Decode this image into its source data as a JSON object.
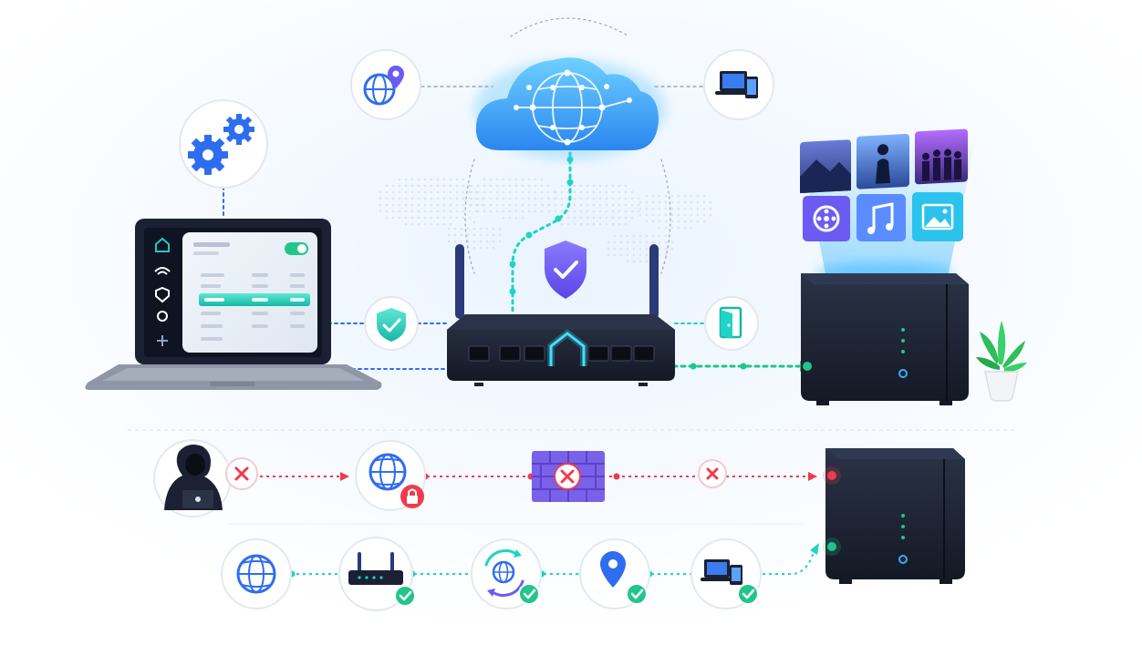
{
  "diagram": {
    "theme": {
      "accent_blue": "#2f6df0",
      "accent_cyan": "#1fd3c6",
      "accent_green": "#22c58b",
      "danger_red": "#ef3b4e",
      "shield_purple": "#6b5bf2",
      "device_dark": "#1b2132",
      "connector_gray": "#9aa6b8"
    },
    "nodes": {
      "top": [
        {
          "id": "gears",
          "icon": "gears-icon"
        },
        {
          "id": "laptop",
          "icon": "laptop-dashboard-icon"
        },
        {
          "id": "globe-location",
          "icon": "globe-location-icon"
        },
        {
          "id": "cloud-network",
          "icon": "cloud-network-icon"
        },
        {
          "id": "devices",
          "icon": "devices-icon"
        },
        {
          "id": "router",
          "icon": "router-icon"
        },
        {
          "id": "security-shield",
          "icon": "shield-check-icon"
        },
        {
          "id": "firewall-check",
          "icon": "shield-check-icon"
        },
        {
          "id": "door-access",
          "icon": "door-icon"
        },
        {
          "id": "nas-server",
          "icon": "nas-icon"
        },
        {
          "id": "media-tiles",
          "icon": "media-gallery-icon"
        },
        {
          "id": "plant",
          "icon": "plant-icon"
        }
      ],
      "blocked_row": [
        {
          "id": "hacker",
          "icon": "hacker-icon"
        },
        {
          "id": "blocked-1",
          "icon": "x-icon"
        },
        {
          "id": "locked-globe",
          "icon": "globe-lock-icon"
        },
        {
          "id": "firewall-wall",
          "icon": "firewall-icon"
        },
        {
          "id": "blocked-2",
          "icon": "x-icon"
        },
        {
          "id": "nas-locked",
          "icon": "nas-icon"
        }
      ],
      "allowed_row": [
        {
          "id": "internet",
          "icon": "globe-icon"
        },
        {
          "id": "router-ok",
          "icon": "router-check-icon"
        },
        {
          "id": "sync-ok",
          "icon": "sync-globe-check-icon"
        },
        {
          "id": "location-ok",
          "icon": "location-check-icon"
        },
        {
          "id": "devices-ok",
          "icon": "devices-check-icon"
        },
        {
          "id": "nas-allowed",
          "icon": "nas-icon"
        }
      ]
    },
    "status": {
      "blocked_path": "blocked",
      "allowed_path": "allowed"
    }
  }
}
